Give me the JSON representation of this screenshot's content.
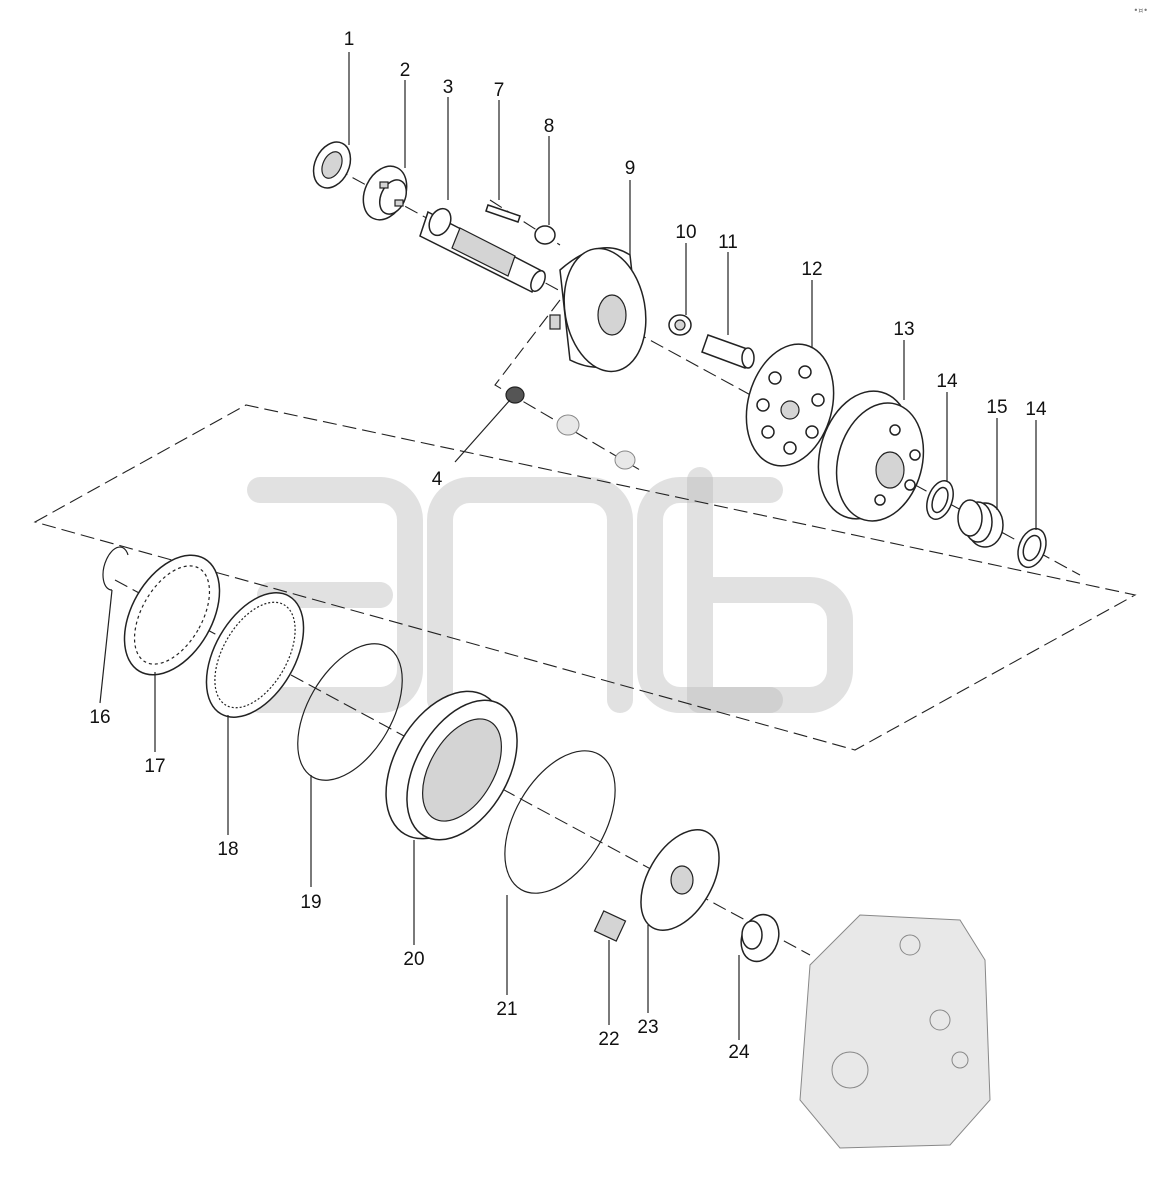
{
  "diagram": {
    "callouts": [
      "1",
      "2",
      "3",
      "7",
      "8",
      "9",
      "10",
      "11",
      "12",
      "13",
      "14",
      "15",
      "14",
      "4",
      "16",
      "17",
      "18",
      "19",
      "20",
      "21",
      "22",
      "23",
      "24"
    ],
    "corner_mark": "•¤•"
  }
}
